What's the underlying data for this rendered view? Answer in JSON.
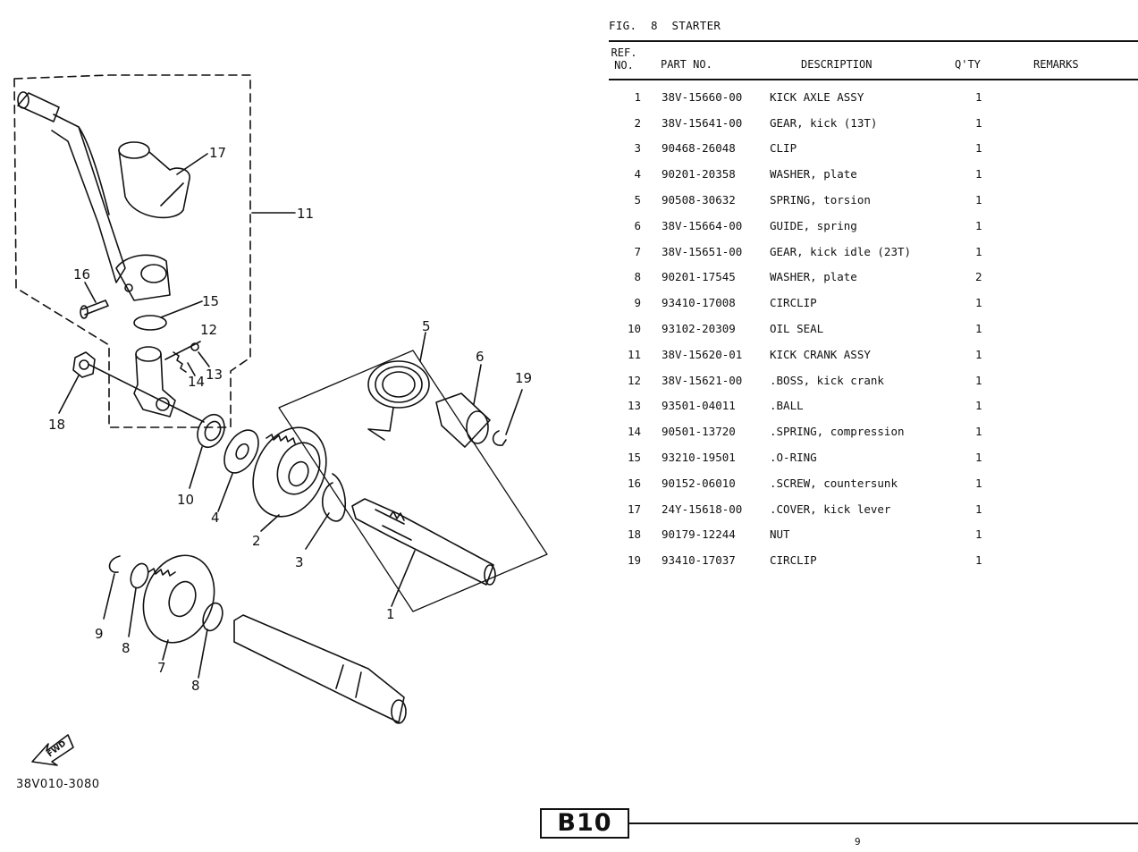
{
  "figure": {
    "label": "FIG.",
    "number": "8",
    "title": "STARTER"
  },
  "headers": {
    "ref_no_line1": "REF.",
    "ref_no_line2": "NO.",
    "part_no": "PART NO.",
    "description": "DESCRIPTION",
    "qty": "Q'TY",
    "remarks": "REMARKS"
  },
  "parts": [
    {
      "ref": "1",
      "part_no": "38V-15660-00",
      "description": "KICK AXLE ASSY",
      "qty": "1"
    },
    {
      "ref": "2",
      "part_no": "38V-15641-00",
      "description": "GEAR, kick (13T)",
      "qty": "1"
    },
    {
      "ref": "3",
      "part_no": "90468-26048",
      "description": "CLIP",
      "qty": "1"
    },
    {
      "ref": "4",
      "part_no": "90201-20358",
      "description": "WASHER, plate",
      "qty": "1"
    },
    {
      "ref": "5",
      "part_no": "90508-30632",
      "description": "SPRING, torsion",
      "qty": "1"
    },
    {
      "ref": "6",
      "part_no": "38V-15664-00",
      "description": "GUIDE, spring",
      "qty": "1"
    },
    {
      "ref": "7",
      "part_no": "38V-15651-00",
      "description": "GEAR, kick idle (23T)",
      "qty": "1"
    },
    {
      "ref": "8",
      "part_no": "90201-17545",
      "description": "WASHER, plate",
      "qty": "2"
    },
    {
      "ref": "9",
      "part_no": "93410-17008",
      "description": "CIRCLIP",
      "qty": "1"
    },
    {
      "ref": "10",
      "part_no": "93102-20309",
      "description": "OIL SEAL",
      "qty": "1"
    },
    {
      "ref": "11",
      "part_no": "38V-15620-01",
      "description": "KICK CRANK ASSY",
      "qty": "1"
    },
    {
      "ref": "12",
      "part_no": "38V-15621-00",
      "description": ".BOSS, kick crank",
      "qty": "1"
    },
    {
      "ref": "13",
      "part_no": "93501-04011",
      "description": ".BALL",
      "qty": "1"
    },
    {
      "ref": "14",
      "part_no": "90501-13720",
      "description": ".SPRING, compression",
      "qty": "1"
    },
    {
      "ref": "15",
      "part_no": "93210-19501",
      "description": ".O-RING",
      "qty": "1"
    },
    {
      "ref": "16",
      "part_no": "90152-06010",
      "description": ".SCREW, countersunk",
      "qty": "1"
    },
    {
      "ref": "17",
      "part_no": "24Y-15618-00",
      "description": ".COVER, kick lever",
      "qty": "1"
    },
    {
      "ref": "18",
      "part_no": "90179-12244",
      "description": "NUT",
      "qty": "1"
    },
    {
      "ref": "19",
      "part_no": "93410-17037",
      "description": "CIRCLIP",
      "qty": "1"
    }
  ],
  "diagram": {
    "callouts": [
      "1",
      "2",
      "3",
      "4",
      "5",
      "6",
      "7",
      "8",
      "8",
      "9",
      "10",
      "11",
      "12",
      "13",
      "14",
      "15",
      "16",
      "17",
      "18",
      "19"
    ],
    "fwd_label": "FWD",
    "figure_code": "38V010-3080"
  },
  "footer": {
    "section_badge": "B10",
    "page_number": "9"
  }
}
